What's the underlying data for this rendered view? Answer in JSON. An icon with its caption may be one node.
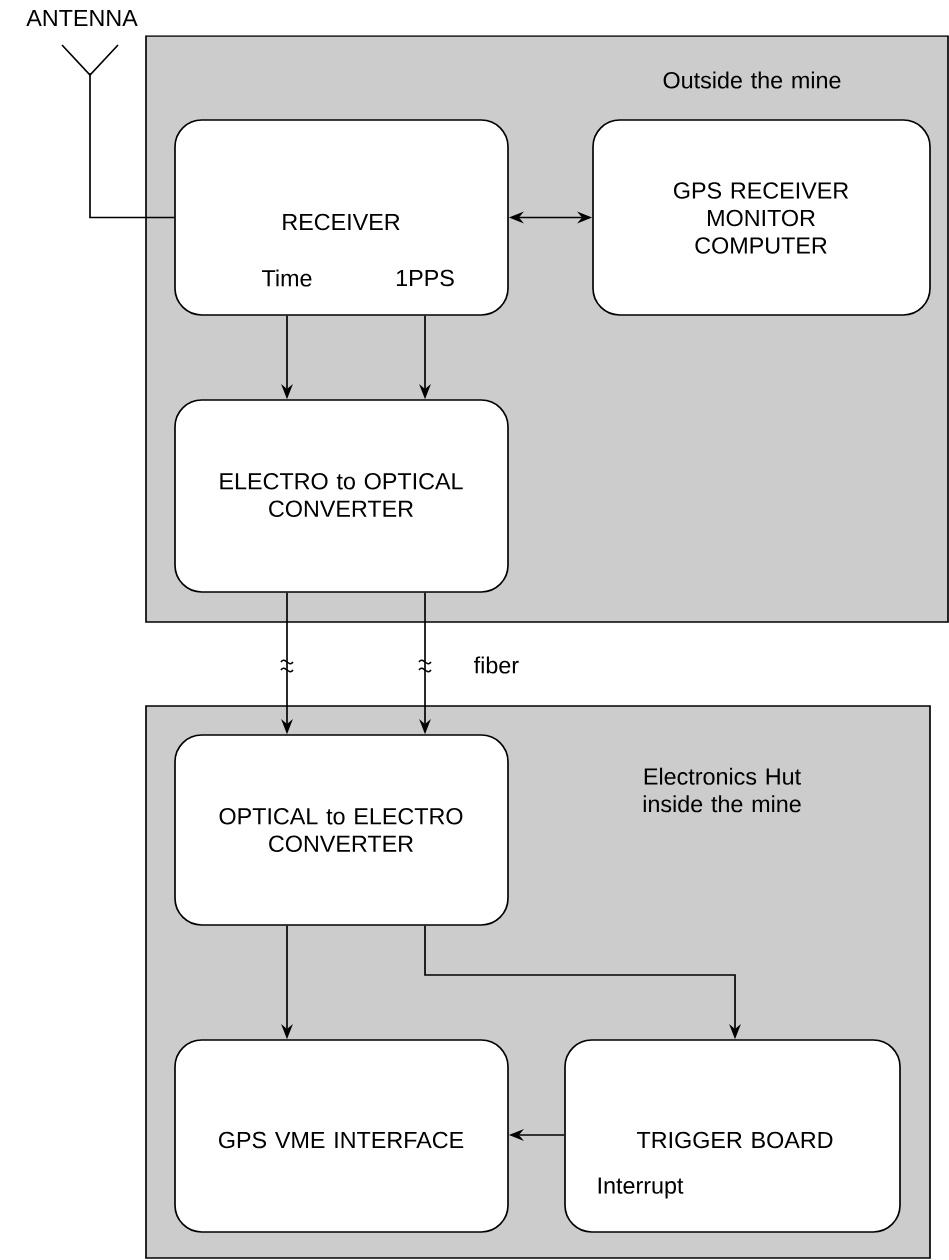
{
  "diagram": {
    "nodes": [
      {
        "text": [
          "Outside the mine"
        ]
      },
      {
        "text": [
          "RECEIVER",
          "Time",
          "1PPS"
        ],
        "in": 0
      },
      {
        "text": [
          "GPS RECEIVER MONITOR COMPUTER"
        ],
        "in": 0
      },
      {
        "text": [
          "ELECTRO to OPTICAL CONVERTER"
        ],
        "in": 0
      },
      {
        "text": [
          "Electronics Hut inside the mine"
        ]
      },
      {
        "text": [
          "OPTICAL to ELECTRO CONVERTER"
        ],
        "in": 4
      },
      {
        "text": [
          "GPS VME INTERFACE"
        ],
        "in": 4
      },
      {
        "text": [
          "TRIGGER BOARD",
          "Interrupt"
        ],
        "in": 4
      },
      {
        "text": [
          "ANTENNA"
        ]
      }
    ],
    "edges": [
      {
        "from": 8,
        "to": 1,
        "arrow": "none"
      },
      {
        "from": 1,
        "to": 2,
        "arrow": "both"
      },
      {
        "from": 1,
        "to": 3,
        "arrow": "to"
      },
      {
        "from": 1,
        "to": 3,
        "arrow": "to"
      },
      {
        "from": 3,
        "to": 5,
        "arrow": "to"
      },
      {
        "from": 3,
        "to": 5,
        "arrow": "to",
        "label": "fiber"
      },
      {
        "from": 5,
        "to": 6,
        "arrow": "to"
      },
      {
        "from": 5,
        "to": 7,
        "arrow": "to"
      },
      {
        "from": 7,
        "to": 6,
        "arrow": "to"
      }
    ]
  }
}
